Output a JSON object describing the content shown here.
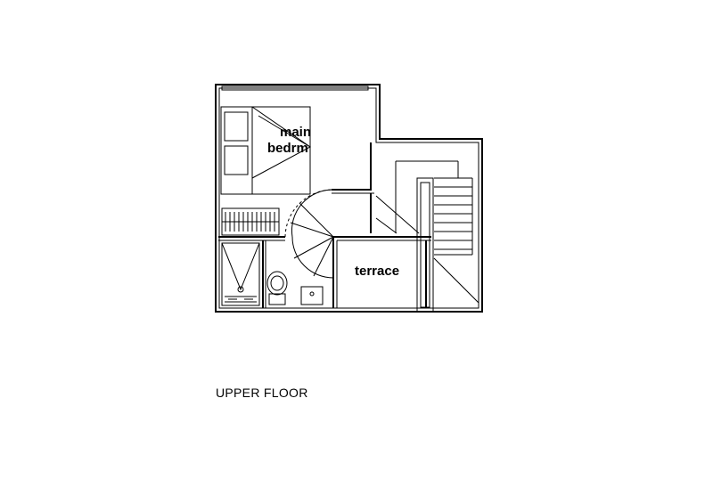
{
  "plan": {
    "caption": "UPPER FLOOR",
    "rooms": {
      "main_bedroom": [
        "main",
        "bedrm"
      ],
      "terrace": "terrace"
    }
  }
}
